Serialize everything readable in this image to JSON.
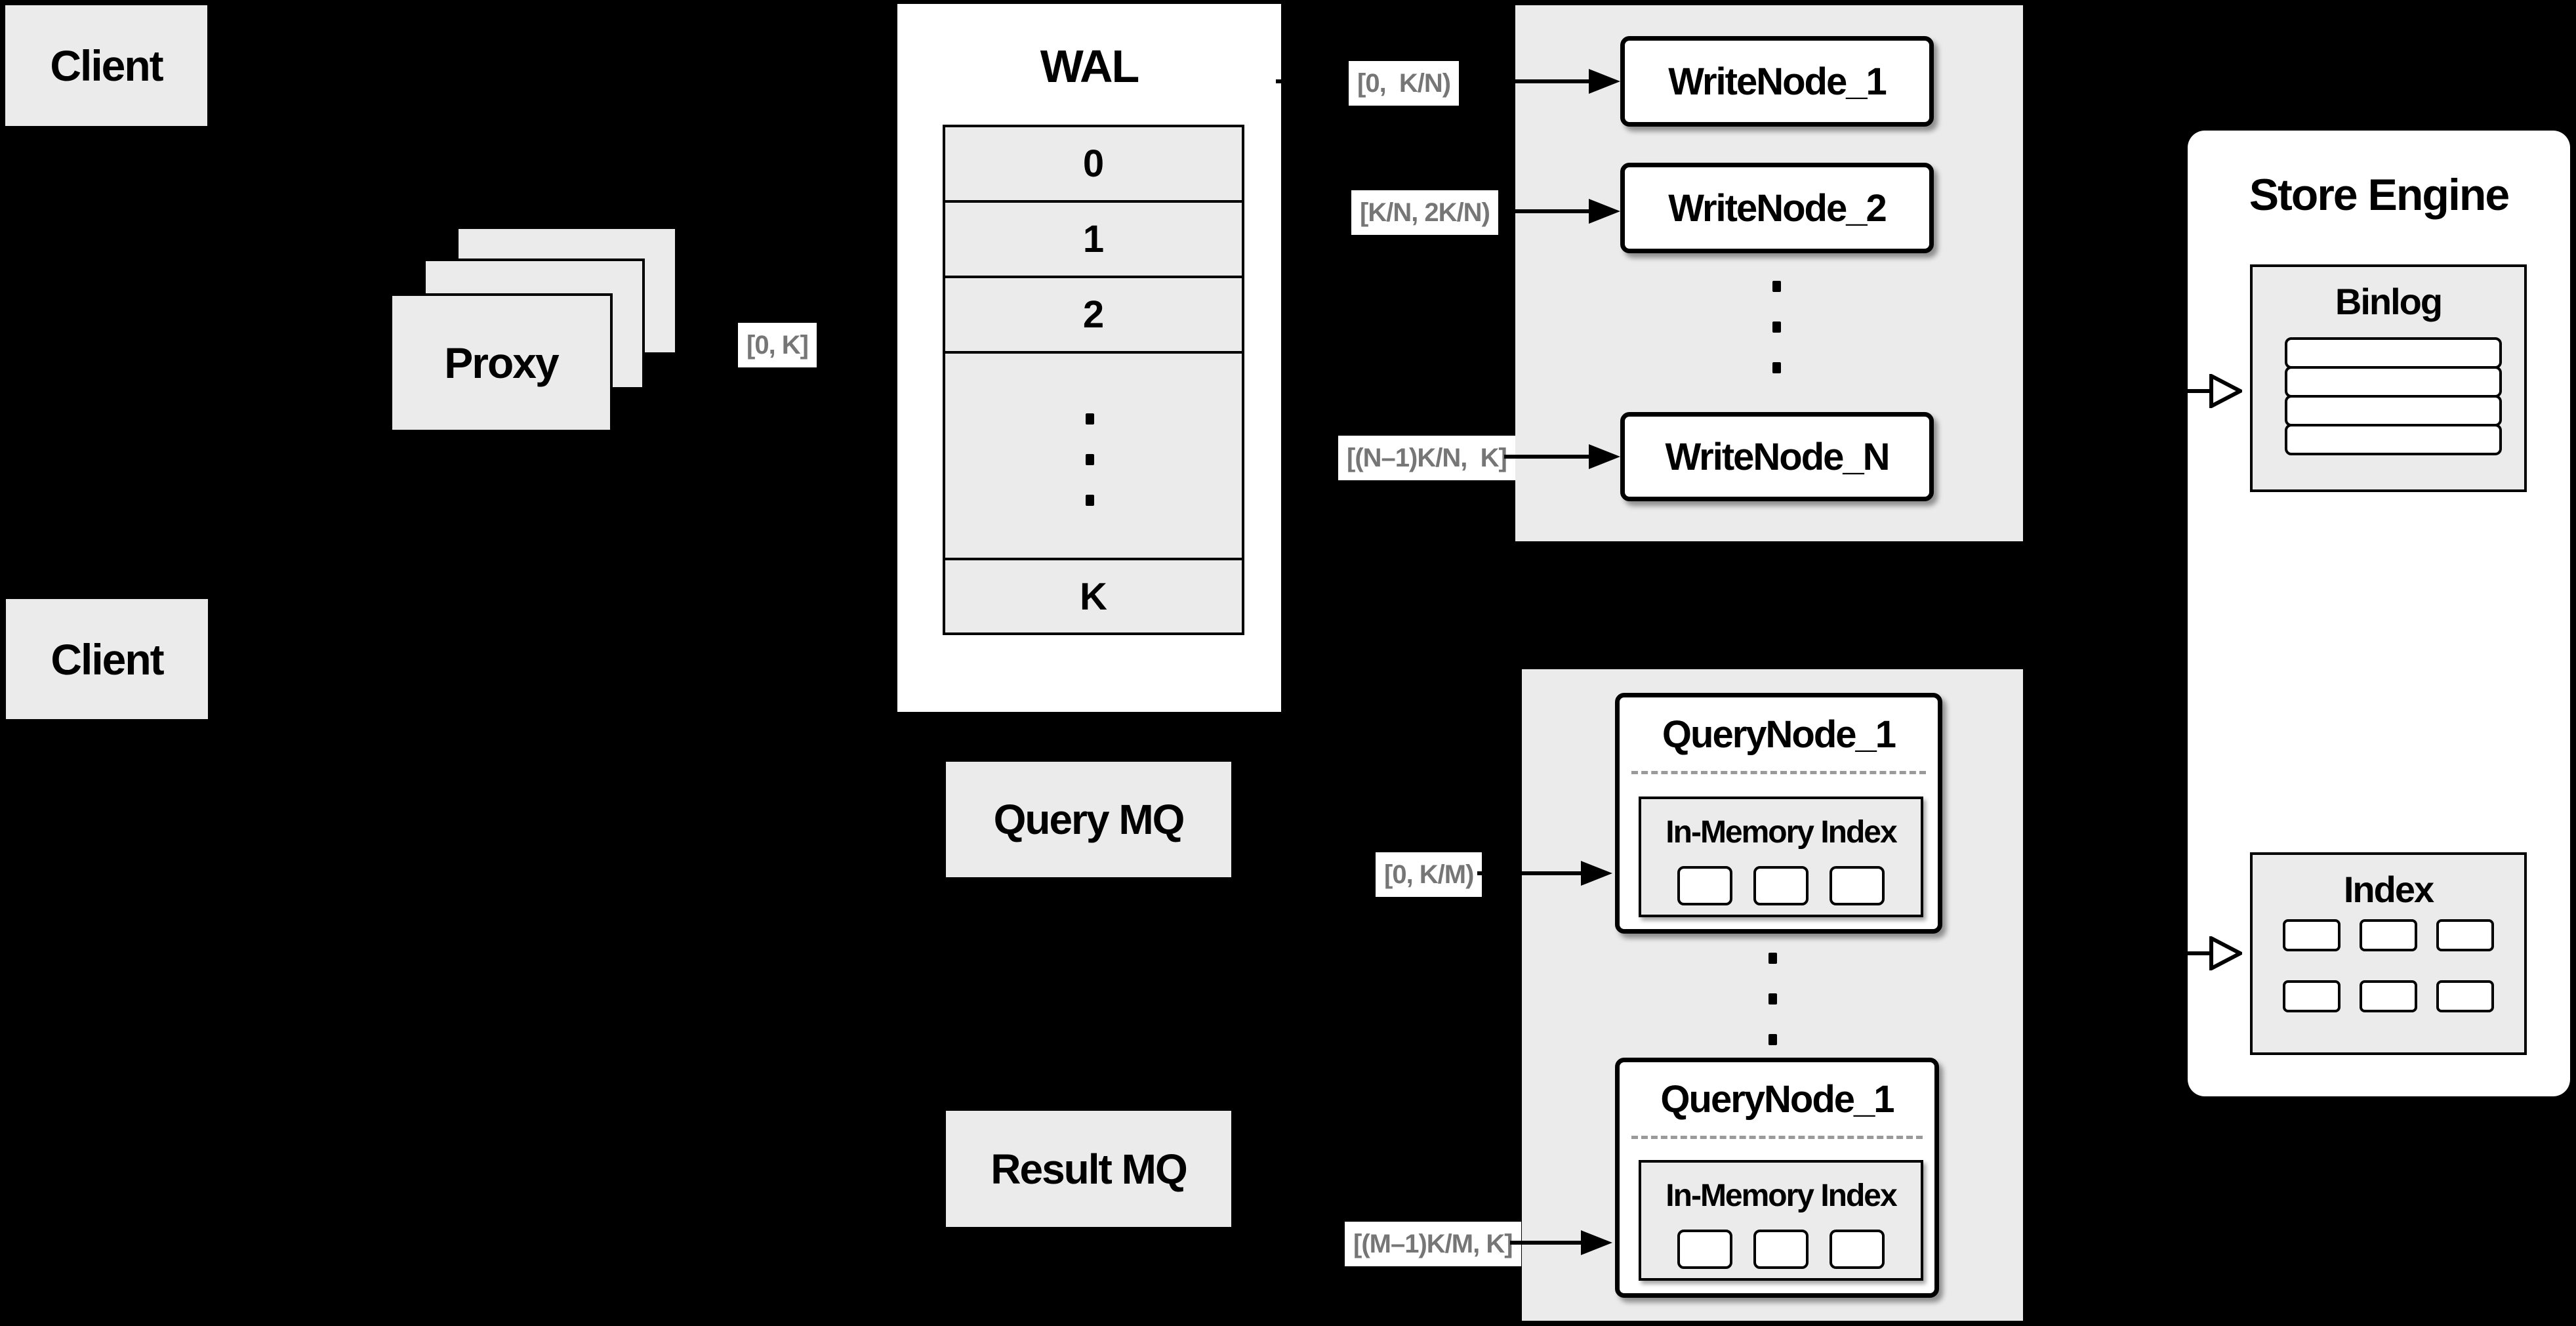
{
  "colors": {
    "background": "#000000",
    "panel_gray": "#ebebeb",
    "node_white": "#ffffff",
    "line_black": "#000000",
    "label_gray": "#767676",
    "dash_gray": "#9a9a9a"
  },
  "clients": {
    "top": "Client",
    "bottom": "Client"
  },
  "proxy": {
    "label": "Proxy",
    "range": "[0, K]"
  },
  "wal": {
    "title": "WAL",
    "rows": [
      "0",
      "1",
      "2"
    ],
    "tail": "K"
  },
  "write": {
    "ranges": [
      "[0,  K/N)",
      "[K/N, 2K/N)",
      "[(N–1)K/N,  K]"
    ],
    "nodes": [
      "WriteNode_1",
      "WriteNode_2",
      "WriteNode_N"
    ]
  },
  "mq": {
    "query": "Query MQ",
    "result": "Result MQ"
  },
  "query": {
    "ranges": [
      "[0, K/M)",
      "[(M–1)K/M, K]"
    ],
    "nodes": [
      {
        "title": "QueryNode_1",
        "index_title": "In-Memory Index"
      },
      {
        "title": "QueryNode_1",
        "index_title": "In-Memory Index"
      }
    ]
  },
  "store": {
    "title": "Store Engine",
    "binlog": "Binlog",
    "index": "Index"
  }
}
